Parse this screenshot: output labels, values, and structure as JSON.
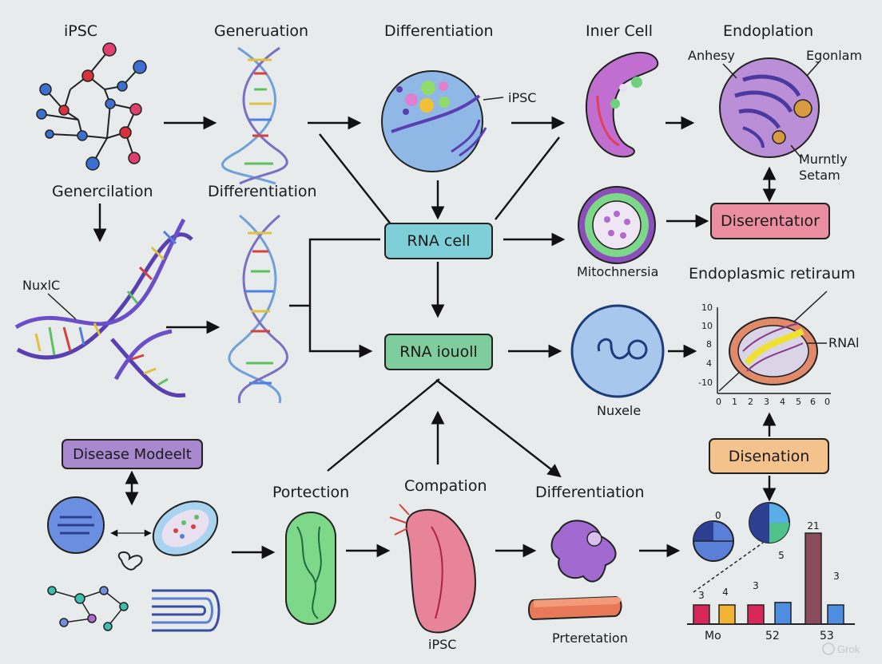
{
  "labels": {
    "ipsc_top": "iPSC",
    "generuation": "Generuation",
    "differentiation_top": "Differentiation",
    "inner_cell": "Inıer Cell",
    "endoplation": "Endoplation",
    "anhesy": "Anhesy",
    "egonlam": "Egonlam",
    "murntly": "Murntly",
    "setam": "Setam",
    "ipsc_callout": "iPSC",
    "genercilation": "Genercilation",
    "differentiation_mid": "Differentiation",
    "nuxlc": "NuxlC",
    "mitochnersia": "Mitochnersia",
    "endoplasmic_retiraum": "Endoplasmic retiraum",
    "rnal": "RNAl",
    "nuxele": "Nuxele",
    "portection": "Portection",
    "compation": "Compation",
    "differentiation_bottom": "Differentiation",
    "ipsc_bottom": "iPSC",
    "prteretation": "Prteretation"
  },
  "boxes": {
    "rna_cell": "RNA cell",
    "rna_iouoll": "RNA iouoll",
    "diserentation": "Diserentatıor",
    "disenation": "Disenation",
    "disease_model": "Disease Modeelt"
  },
  "colors": {
    "rna_cell_box": "#7fcfd9",
    "rna_iouoll_box": "#7fcc9c",
    "diserentation_box": "#ea8ea0",
    "disenation_box": "#f4c28c",
    "disease_model_box": "#a889d0"
  },
  "chart_data": [
    {
      "type": "line",
      "y_ticks": [
        "10",
        "10",
        "8",
        "4",
        "-10"
      ],
      "x_ticks": [
        "0",
        "1",
        "2",
        "3",
        "4",
        "5",
        "6",
        "0"
      ]
    },
    {
      "type": "bar",
      "categories": [
        "Mo",
        "52",
        "53"
      ],
      "series": [
        {
          "values": [
            3,
            4,
            3,
            5,
            21,
            3
          ]
        }
      ],
      "data_labels": [
        "3",
        "4",
        "3",
        "5",
        "21",
        "3"
      ],
      "pie_label": "0",
      "colors": [
        "#d8285a",
        "#f2b234",
        "#d8285a",
        "#4d8ee0",
        "#8a4b5c",
        "#4d8ee0"
      ]
    }
  ],
  "watermark": "Grok"
}
